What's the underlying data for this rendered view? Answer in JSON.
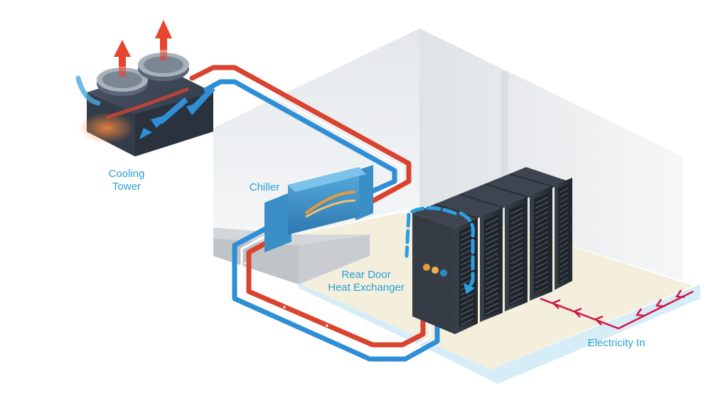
{
  "labels": {
    "cooling_tower": {
      "line1": "Cooling",
      "line2": "Tower"
    },
    "chiller": "Chiller",
    "rear_door": {
      "line1": "Rear Door",
      "line2": "Heat Exchanger"
    },
    "electricity": "Electricity In"
  },
  "colors": {
    "cold_pipe": "#2f8fd6",
    "hot_pipe": "#d9432f",
    "power_line": "#d0184a",
    "label_blue": "#2a9fd6",
    "chiller_blue": "#3a8fc6",
    "rack_dark": "#2b3038",
    "floor": "#f3efdc",
    "water": "#d6ecf7",
    "wall": "#eceff1"
  },
  "icons": [
    "up-arrow-icon",
    "flow-arrow-icon",
    "power-arrow-icon",
    "server-rack-icon",
    "fan-icon"
  ]
}
